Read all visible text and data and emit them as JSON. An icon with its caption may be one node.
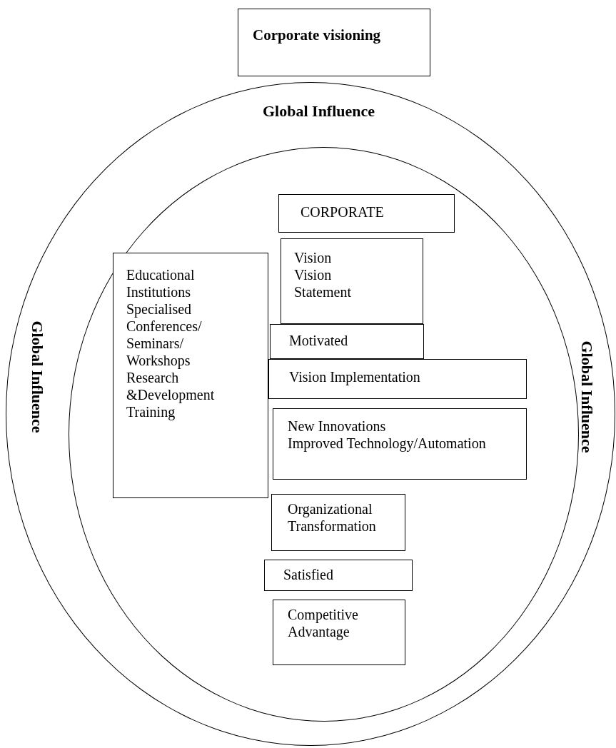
{
  "diagram": {
    "nodes": [
      {
        "text": [
          "Corporate visioning"
        ]
      },
      {
        "text": [
          "Global Influence",
          "Global Influence",
          "Global Influence"
        ]
      },
      {
        "text": [],
        "shape": "circle",
        "in": 1
      },
      {
        "text": [
          "CORPORATE"
        ],
        "in": 2
      },
      {
        "text": [
          "Vision",
          "Vision Statement"
        ],
        "in": 2
      },
      {
        "text": [
          "Motivated"
        ],
        "in": 2
      },
      {
        "text": [
          "Vision Implementation"
        ],
        "in": 2
      },
      {
        "text": [
          "Educational Institutions",
          "Specialised Conferences/ Seminars/ Workshops",
          "Research &Development",
          "Training"
        ],
        "in": 2
      },
      {
        "text": [
          "New Innovations",
          "Improved Technology/Automation"
        ],
        "in": 2
      },
      {
        "text": [
          "Organizational Transformation"
        ],
        "in": 2
      },
      {
        "text": [
          "Satisfied"
        ],
        "in": 2
      },
      {
        "text": [
          "Competitive Advantage"
        ],
        "in": 2
      }
    ],
    "edges": []
  }
}
